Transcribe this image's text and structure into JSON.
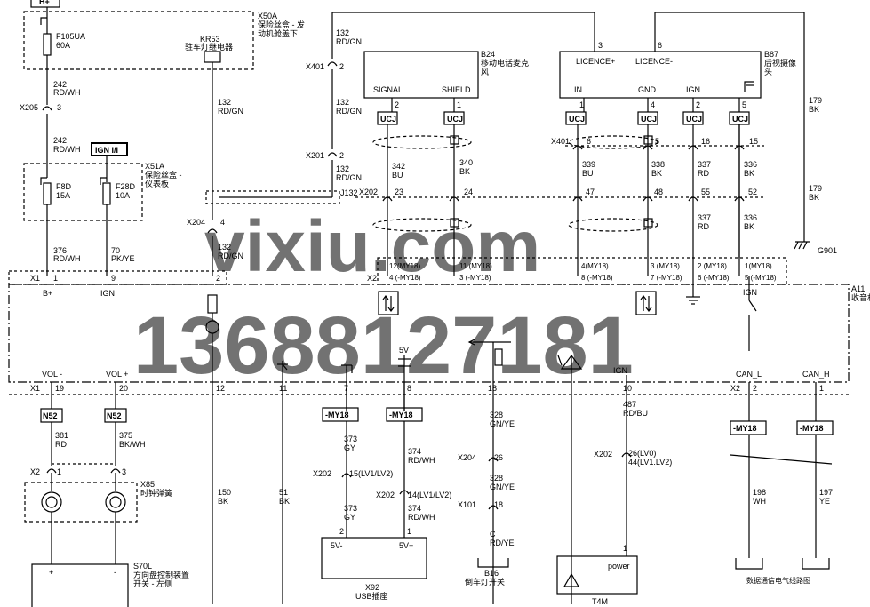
{
  "fuses": {
    "f105ua": {
      "id": "F105UA",
      "rating": "60A"
    },
    "f8d": {
      "id": "F8D",
      "rating": "15A"
    },
    "f28d": {
      "id": "F28D",
      "rating": "10A"
    }
  },
  "boxes": {
    "x50a": {
      "id": "X50A",
      "line1": "保险丝盒 - 发",
      "line2": "动机舱盖下"
    },
    "x51a": {
      "id": "X51A",
      "line1": "保险丝盒 -",
      "line2": "仪表板"
    }
  },
  "power_labels": {
    "b_plus": "B+",
    "ign_tag": "IGN I/I"
  },
  "relay": {
    "id": "KR53",
    "name": "驻车灯继电器"
  },
  "b24": {
    "id": "B24",
    "line1": "移动电话麦克",
    "line2": "风",
    "pin_signal": "SIGNAL",
    "pin_shield": "SHIELD"
  },
  "b87": {
    "id": "B87",
    "name": "后视摄像",
    "name2": "头",
    "licence_plus": "LICENCE+",
    "licence_minus": "LICENCE-",
    "in": "IN",
    "gnd": "GND",
    "ign": "IGN"
  },
  "ucj": "UCJ",
  "wires": {
    "w242a": {
      "num": "242",
      "color": "RD/WH"
    },
    "w242b": {
      "num": "242",
      "color": "RD/WH"
    },
    "w376": {
      "num": "376",
      "color": "RD/WH"
    },
    "w70": {
      "num": "70",
      "color": "PK/YE"
    },
    "w132a": {
      "num": "132",
      "color": "RD/GN"
    },
    "w132b": {
      "num": "132",
      "color": "RD/GN"
    },
    "w132c": {
      "num": "132",
      "color": "RD/GN"
    },
    "w132d": {
      "num": "132",
      "color": "RD/GN"
    },
    "w132e": {
      "num": "132",
      "color": "RD/GN"
    },
    "w342": {
      "num": "342",
      "color": "BU"
    },
    "w340": {
      "num": "340",
      "color": "BK"
    },
    "w339": {
      "num": "339",
      "color": "BU"
    },
    "w338": {
      "num": "338",
      "color": "BK"
    },
    "w337a": {
      "num": "337",
      "color": "RD"
    },
    "w337b": {
      "num": "337",
      "color": "RD"
    },
    "w336a": {
      "num": "336",
      "color": "BK"
    },
    "w336b": {
      "num": "336",
      "color": "BK"
    },
    "w179a": {
      "num": "179",
      "color": "BK"
    },
    "w179b": {
      "num": "179",
      "color": "BK"
    },
    "w381": {
      "num": "381",
      "color": "RD"
    },
    "w375": {
      "num": "375",
      "color": "BK/WH"
    },
    "w150": {
      "num": "150",
      "color": "BK"
    },
    "w51": {
      "num": "51",
      "color": "BK"
    },
    "w373a": {
      "num": "373",
      "color": "GY"
    },
    "w373b": {
      "num": "373",
      "color": "GY"
    },
    "w374a": {
      "num": "374",
      "color": "RD/WH"
    },
    "w374b": {
      "num": "374",
      "color": "RD/WH"
    },
    "w328a": {
      "num": "328",
      "color": "GN/YE"
    },
    "w328b": {
      "num": "328",
      "color": "GN/YE"
    },
    "wc": {
      "num": "C",
      "color": "RD/YE"
    },
    "w487": {
      "num": "487",
      "color": "RD/BU"
    },
    "w198": {
      "num": "198",
      "color": "WH"
    },
    "w197": {
      "num": "197",
      "color": "YE"
    }
  },
  "connectors": {
    "x401": "X401",
    "x205": "X205",
    "x201": "X201",
    "x204": "X204",
    "x202": "X202",
    "x101": "X101",
    "x1": "X1",
    "x2": "X2",
    "j132": "J132",
    "g901": "G901"
  },
  "pins": {
    "x401_2": "2",
    "x205_3": "3",
    "x201_2": "2",
    "x204_4": "4",
    "b24_2": "2",
    "b24_1": "1",
    "b87_3": "3",
    "b87_6": "6",
    "b87_1": "1",
    "b87_4": "4",
    "b87_2": "2",
    "b87_5": "5",
    "x401_6": "6",
    "x401_5": "5",
    "x401_16": "16",
    "x401_15": "15",
    "x202_23": "23",
    "x202_24": "24",
    "x202_47": "47",
    "x202_48": "48",
    "x202_55": "55",
    "x202_52": "52",
    "x1_1": "1",
    "x1_9": "9",
    "x1_19": "19",
    "x1_20": "20",
    "p2": "2",
    "p12": "12",
    "p11": "11",
    "p7": "7",
    "p8": "8",
    "p18": "18",
    "p10": "10",
    "x2_2": "2",
    "x2_1": "1",
    "x204_26": "26",
    "x101_18": "18",
    "x202_15": "15(LV1/LV2)",
    "x202_14": "14(LV1/LV2)",
    "x202_26": "26(LV0)",
    "x202_44": "44(LV1.LV2)",
    "x85_1": "1",
    "x85_3": "3",
    "usb_2": "2",
    "usb_1": "1",
    "t4m_1": "1",
    "x2_1b": "1"
  },
  "x2_pinmap": {
    "a1": "12(MY18)",
    "a2": "4 (-MY18)",
    "b1": "11 (MY18)",
    "b2": "3 (-MY18)",
    "c1": "4(MY18)",
    "c2": "8 (-MY18)",
    "d1": "3 (MY18)",
    "d2": "7 (-MY18)",
    "e1": "2 (MY18)",
    "e2": "6 (-MY18)",
    "f1": "1(MY18)",
    "f2": "5 (-MY18)"
  },
  "a11": {
    "id": "A11",
    "name": "收音机"
  },
  "module_labels": {
    "b_plus": "B+",
    "ign": "IGN",
    "ign2": "IGN",
    "ign3": "IGN",
    "vol_minus": "VOL -",
    "vol_plus": "VOL +",
    "v5": "5V",
    "can_l": "CAN_L",
    "can_h": "CAN_H"
  },
  "tags": {
    "n52a": "N52",
    "n52b": "N52",
    "my18a": "-MY18",
    "my18b": "-MY18",
    "my18c": "-MY18",
    "my18d": "-MY18"
  },
  "x85": {
    "id": "X85",
    "name": "时钟弹簧"
  },
  "s70l": {
    "id": "S70L",
    "line1": "方向盘控制装置",
    "line2": "开关 - 左侧",
    "plus": "+",
    "minus": "-"
  },
  "x92": {
    "id": "X92",
    "name": "USB插座",
    "v5minus": "5V-",
    "v5plus": "5V+"
  },
  "b16": {
    "id": "B16",
    "name": "倒车灯开关"
  },
  "t4m": {
    "id": "T4M",
    "power": "power"
  },
  "can_bus": "数据通信电气线路图",
  "watermark": {
    "site": "vixiu.com",
    "phone": "13688127181"
  },
  "colors": {
    "line": "#000000",
    "watermark": "#d9d9d9",
    "background": "#ffffff"
  }
}
